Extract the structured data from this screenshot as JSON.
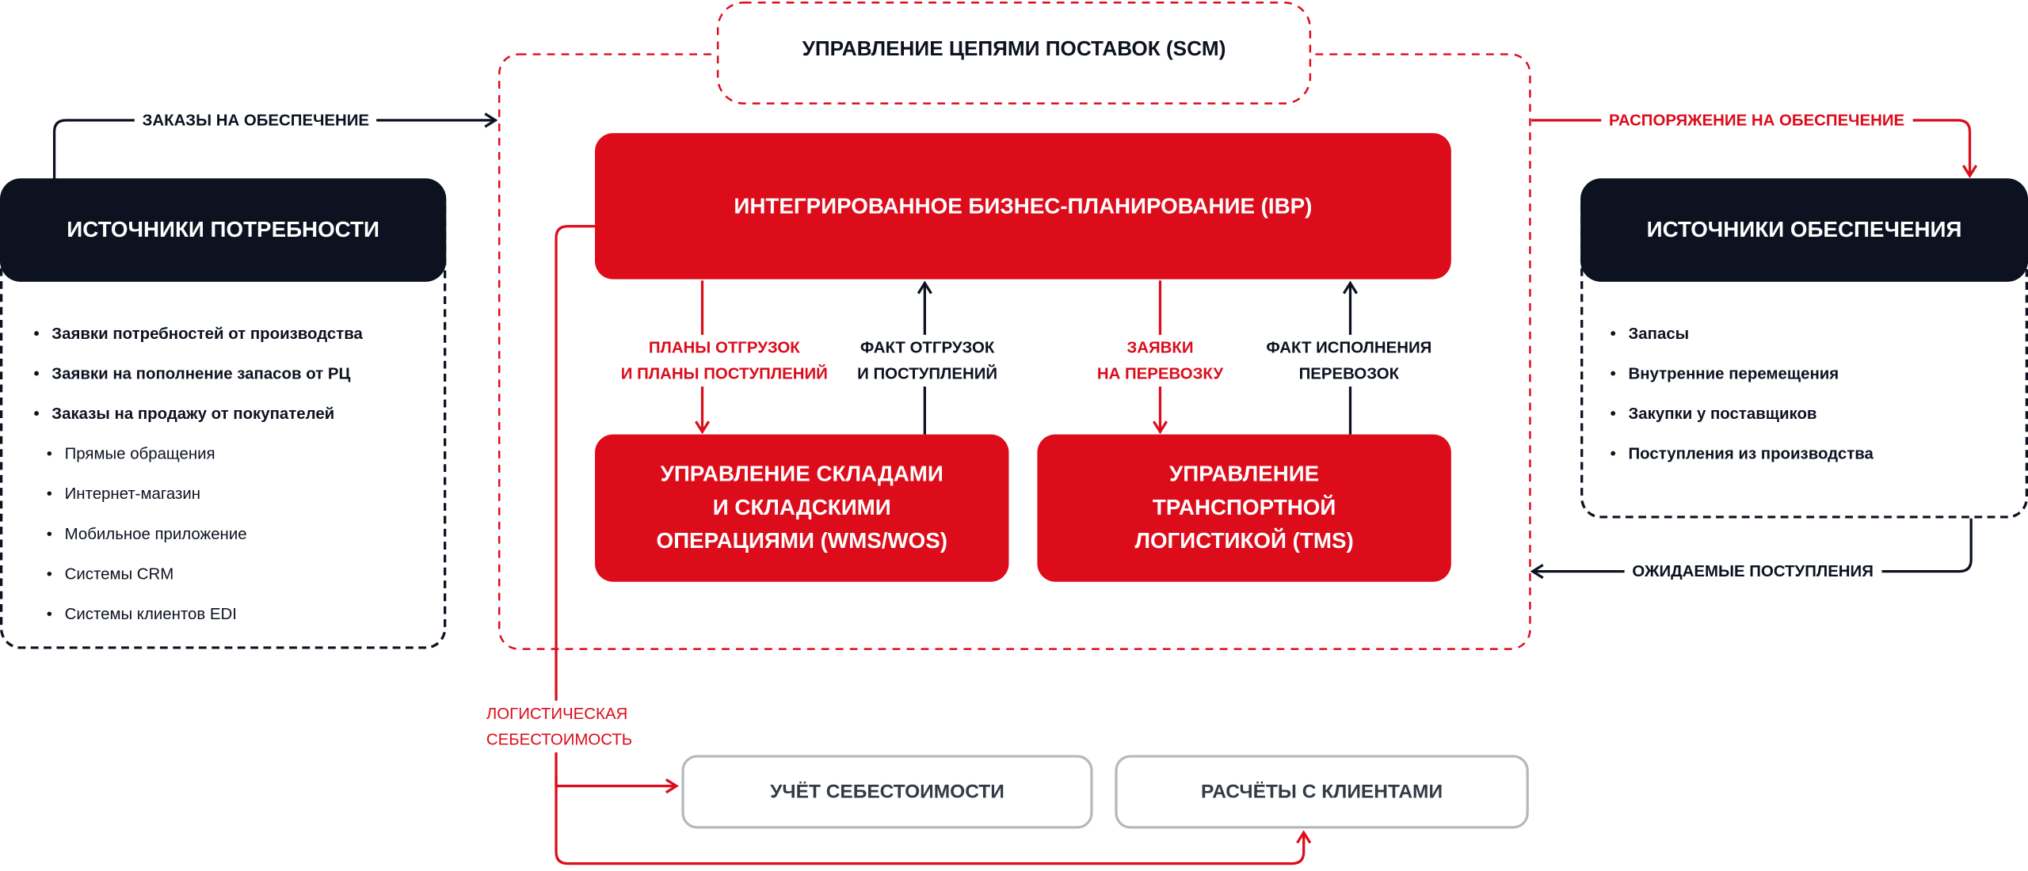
{
  "scm_title": "УПРАВЛЕНИЕ ЦЕПЯМИ ПОСТАВОК (SCM)",
  "ibp": "ИНТЕГРИРОВАННОЕ БИЗНЕС-ПЛАНИРОВАНИЕ (IBP)",
  "wms": [
    "УПРАВЛЕНИЕ СКЛАДАМИ",
    "И СКЛАДСКИМИ",
    "ОПЕРАЦИЯМИ (WMS/WOS)"
  ],
  "tms": [
    "УПРАВЛЕНИЕ",
    "ТРАНСПОРТНОЙ",
    "ЛОГИСТИКОЙ (TMS)"
  ],
  "flows": {
    "plans": [
      "ПЛАНЫ ОТГРУЗОК",
      "И ПЛАНЫ ПОСТУПЛЕНИЙ"
    ],
    "fact_shipments": [
      "ФАКТ ОТГРУЗОК",
      "И ПОСТУПЛЕНИЙ"
    ],
    "transport_requests": [
      "ЗАЯВКИ",
      "НА ПЕРЕВОЗКУ"
    ],
    "fact_transport": [
      "ФАКТ ИСПОЛНЕНИЯ",
      "ПЕРЕВОЗОК"
    ],
    "orders": "ЗАКАЗЫ НА ОБЕСПЕЧЕНИЕ",
    "disposition": "РАСПОРЯЖЕНИЕ НА ОБЕСПЕЧЕНИЕ",
    "expected": "ОЖИДАЕМЫЕ ПОСТУПЛЕНИЯ",
    "logistics_cost": [
      "ЛОГИСТИЧЕСКАЯ",
      "СЕБЕСТОИМОСТЬ"
    ]
  },
  "demand": {
    "title": "ИСТОЧНИКИ ПОТРЕБНОСТИ",
    "items": [
      "Заявки потребностей от производства",
      "Заявки на пополнение запасов от РЦ",
      "Заказы на продажу от покупателей"
    ],
    "subitems": [
      "Прямые обращения",
      "Интернет-магазин",
      "Мобильное приложение",
      "Системы CRM",
      "Системы клиентов EDI"
    ]
  },
  "supply": {
    "title": "ИСТОЧНИКИ ОБЕСПЕЧЕНИЯ",
    "items": [
      "Запасы",
      "Внутренние перемещения",
      "Закупки у поставщиков",
      "Поступления из производства"
    ]
  },
  "bottom": {
    "cost": "УЧЁТ СЕБЕСТОИМОСТИ",
    "settlements": "РАСЧЁТЫ С КЛИЕНТАМИ"
  },
  "colors": {
    "red": "#dc0c1b",
    "dark": "#0c1220",
    "gray": "#b5b8bf"
  }
}
